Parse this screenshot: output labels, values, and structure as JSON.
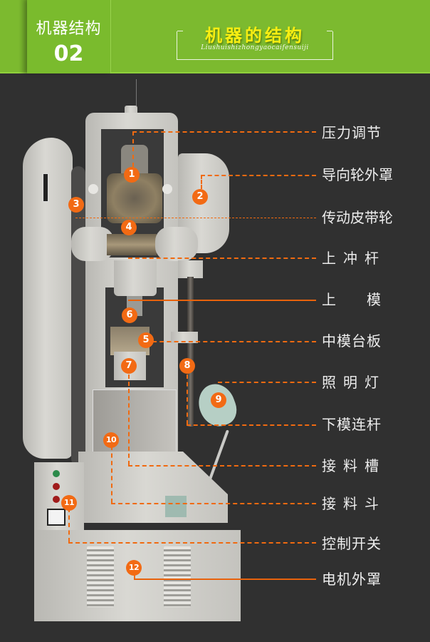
{
  "header": {
    "section_title": "机器结构",
    "section_number": "02",
    "main_title": "机器的结构",
    "subtitle_pinyin": "Liushuishizhongyaocaifensuiji",
    "accent_color": "#7cba2f",
    "title_color": "#f7ee12"
  },
  "diagram": {
    "background_color": "#303030",
    "leader_color": "#f06a10",
    "parts": [
      {
        "id": "1",
        "label": "压力调节"
      },
      {
        "id": "2",
        "label": "导向轮外罩"
      },
      {
        "id": "3",
        "label": "传动皮带轮"
      },
      {
        "id": "4",
        "label": "上冲杆"
      },
      {
        "id": "6",
        "label": "上模"
      },
      {
        "id": "5",
        "label": "中模台板"
      },
      {
        "id": "9",
        "label": "照明灯"
      },
      {
        "id": "8",
        "label": "下模连杆"
      },
      {
        "id": "7",
        "label": "接料槽"
      },
      {
        "id": "10",
        "label": "接料斗"
      },
      {
        "id": "11",
        "label": "控制开关"
      },
      {
        "id": "12",
        "label": "电机外罩"
      }
    ],
    "labels": {
      "l1": "压力调节",
      "l2": "导向轮外罩",
      "l3": "传动皮带轮",
      "l4": "上冲杆",
      "l5": "上　　模",
      "l6": "中模台板",
      "l7": "照明灯",
      "l8": "下模连杆",
      "l9": "接料槽",
      "l10": "接料斗",
      "l11": "控制开关",
      "l12": "电机外罩"
    },
    "badges": {
      "b1": "1",
      "b2": "2",
      "b3": "3",
      "b4": "4",
      "b5": "5",
      "b6": "6",
      "b7": "7",
      "b8": "8",
      "b9": "9",
      "b10": "10",
      "b11": "11",
      "b12": "12"
    }
  }
}
